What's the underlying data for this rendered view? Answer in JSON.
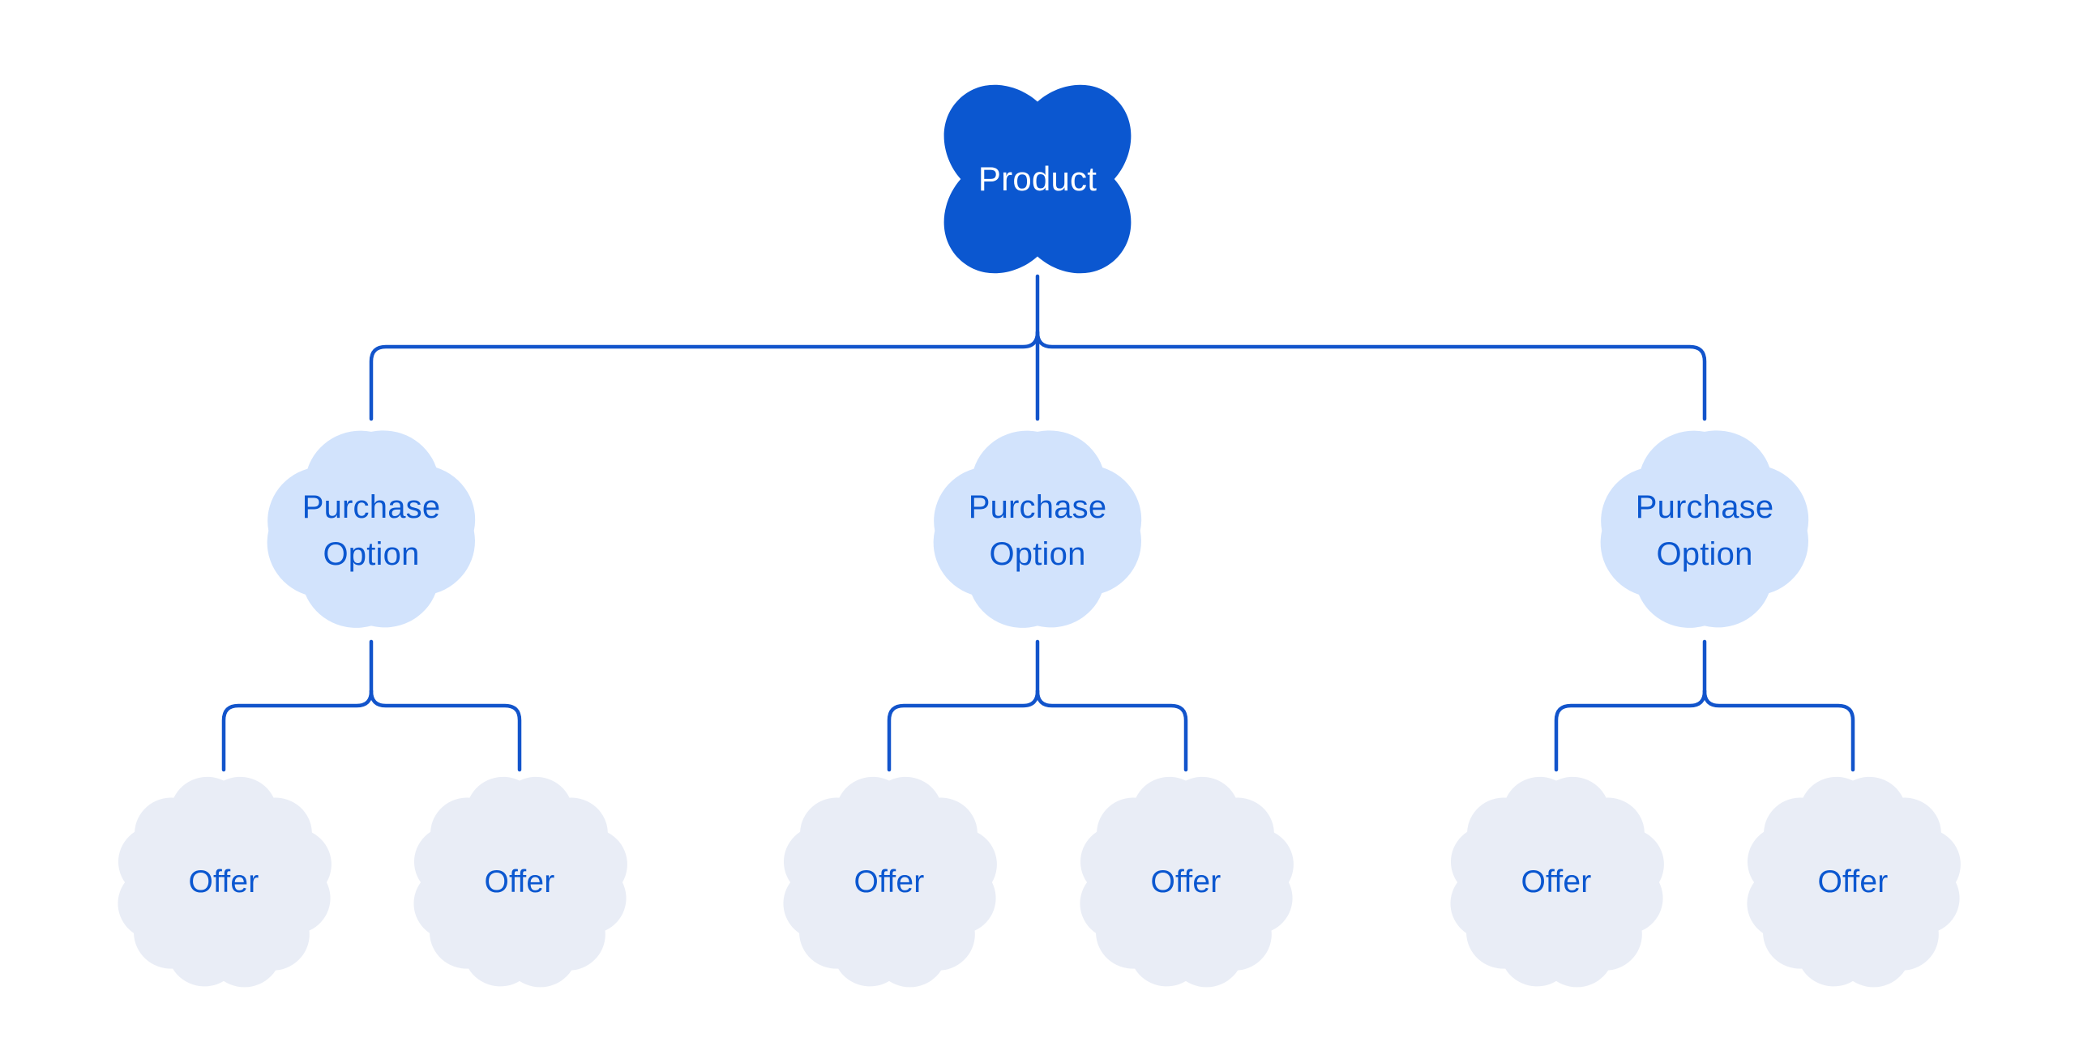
{
  "diagram": {
    "background": "#ffffff",
    "colors": {
      "primary_blue": "#0b57d0",
      "connector": "#1254cb",
      "option_fill": "#d2e3fc",
      "offer_fill": "#e9edf6",
      "product_text": "#ffffff"
    },
    "tree": {
      "root": {
        "label": "Product"
      },
      "children": [
        {
          "label": "Purchase Option",
          "offers": [
            {
              "label": "Offer"
            },
            {
              "label": "Offer"
            }
          ]
        },
        {
          "label": "Purchase Option",
          "offers": [
            {
              "label": "Offer"
            },
            {
              "label": "Offer"
            }
          ]
        },
        {
          "label": "Purchase Option",
          "offers": [
            {
              "label": "Offer"
            },
            {
              "label": "Offer"
            }
          ]
        }
      ]
    }
  }
}
